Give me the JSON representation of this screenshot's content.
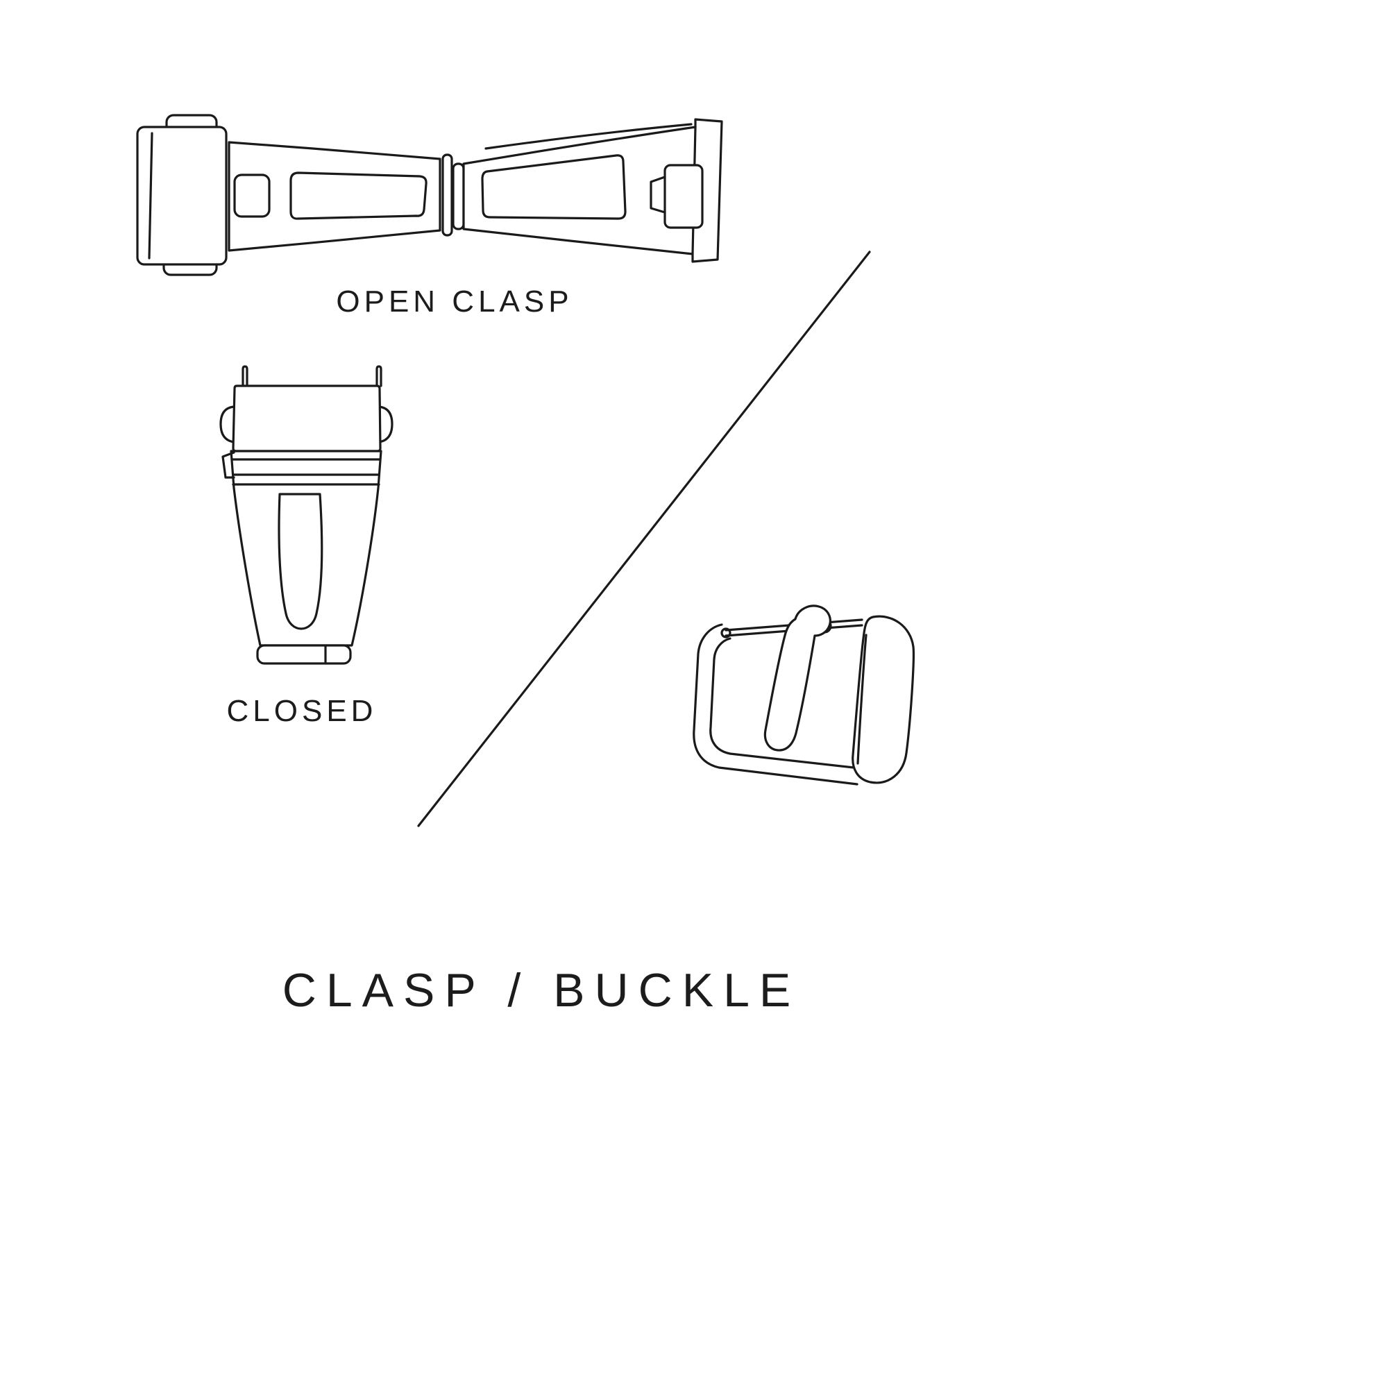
{
  "page": {
    "background": "#ffffff",
    "line_color": "#1a1a1a",
    "text_color": "#1c1c1c"
  },
  "labels": {
    "open_clasp": "OPEN CLASP",
    "closed": "CLOSED",
    "title": "CLASP / BUCKLE"
  },
  "illustrations": {
    "open_clasp": "open-clasp-line-drawing",
    "closed_clasp": "closed-clasp-line-drawing",
    "buckle": "tang-buckle-line-drawing"
  }
}
